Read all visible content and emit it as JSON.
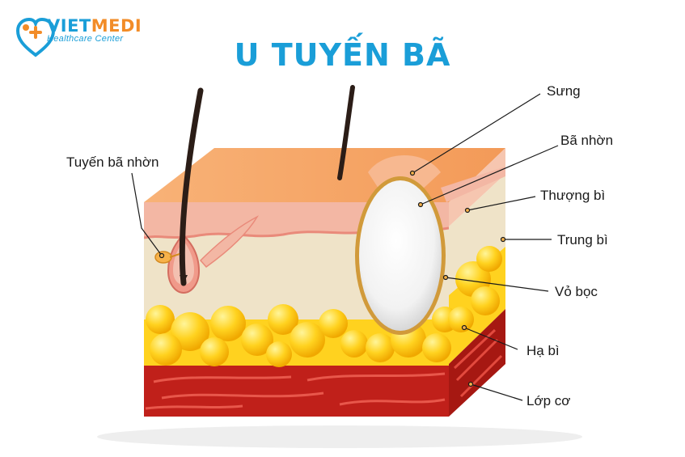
{
  "logo": {
    "brand_main": "VIET",
    "brand_accent": "MEDI",
    "subtitle": "Healthcare Center"
  },
  "title": "U TUYẾN BÃ",
  "labels": {
    "tuyen_ba_nhon": "Tuyến bã nhờn",
    "sung": "Sưng",
    "ba_nhon": "Bã nhờn",
    "thuong_bi": "Thượng bì",
    "trung_bi": "Trung bì",
    "vo_boc": "Vỏ bọc",
    "ha_bi": "Hạ bì",
    "lop_co": "Lớp cơ"
  },
  "colors": {
    "brand_blue": "#1a9ed8",
    "brand_orange": "#f28c28",
    "epidermis": "#f6a868",
    "dermis": "#efe3c8",
    "fat": "#ffd21f",
    "muscle": "#c0201a"
  }
}
